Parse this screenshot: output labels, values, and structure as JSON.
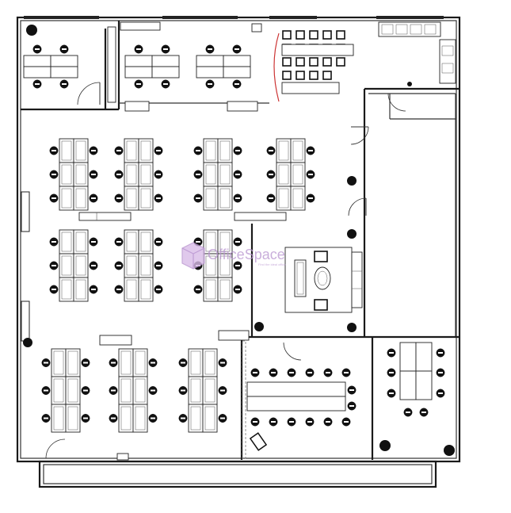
{
  "plan": {
    "background": "#ffffff",
    "wall_color": "#1a1a1a",
    "watermark": {
      "brand": "OfficeSpace",
      "tagline": "Find the ideal office",
      "color": "#b894cf",
      "logo_icon": "cube-logo-icon"
    },
    "zones": [
      {
        "id": "private-office-left",
        "kind": "enclosed-office"
      },
      {
        "id": "private-office-center",
        "kind": "enclosed-office"
      },
      {
        "id": "meeting-pods-top",
        "kind": "open-workspace"
      },
      {
        "id": "cafe-area",
        "kind": "breakout"
      },
      {
        "id": "open-plan-north",
        "kind": "open-workspace"
      },
      {
        "id": "open-plan-west",
        "kind": "open-workspace"
      },
      {
        "id": "open-plan-south",
        "kind": "open-workspace"
      },
      {
        "id": "lounge",
        "kind": "reception"
      },
      {
        "id": "boardroom",
        "kind": "meeting-room"
      },
      {
        "id": "corner-office",
        "kind": "enclosed-office"
      },
      {
        "id": "storage-corridor",
        "kind": "service"
      }
    ]
  }
}
